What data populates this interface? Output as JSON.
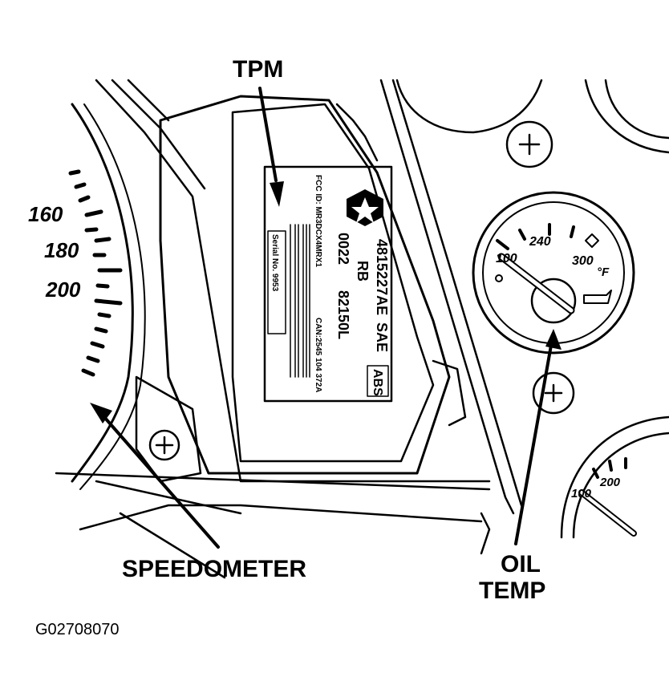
{
  "callouts": {
    "tpm": "TPM",
    "speedometer": "SPEEDOMETER",
    "oil_line1": "OIL",
    "oil_line2": "TEMP"
  },
  "figure_id": "G02708070",
  "speedometer": {
    "ticks": [
      "160",
      "180",
      "200"
    ]
  },
  "label": {
    "part_number": "4815227AE",
    "sae": "SAE",
    "abs": "ABS",
    "code_rb": "RB",
    "code_0022": "0022",
    "code_82150": "82150L",
    "fcc_id": "FCC ID: MR3DCX4MRX1",
    "can": "CAN:2545 104 372A",
    "serial": "Serial No. 9953"
  },
  "oil_gauge": {
    "ticks": [
      "100",
      "240",
      "300"
    ],
    "unit": "°F"
  },
  "lower_gauge": {
    "ticks": [
      "100",
      "200"
    ]
  }
}
